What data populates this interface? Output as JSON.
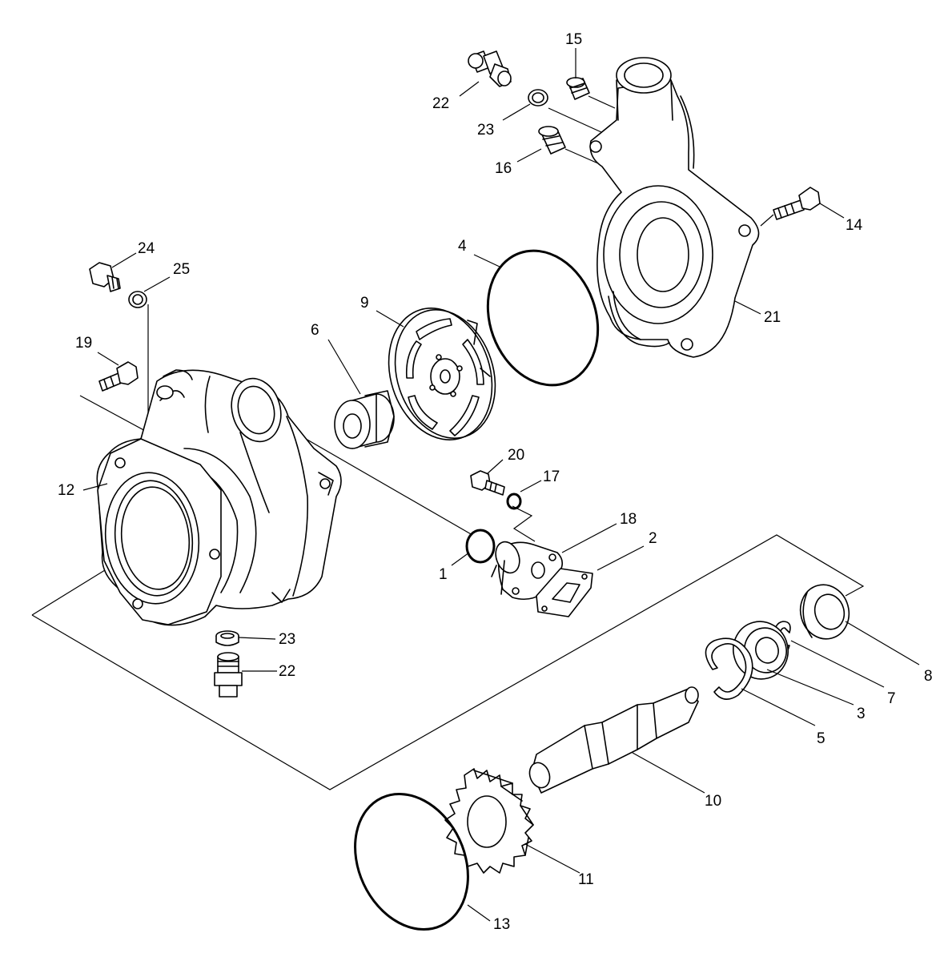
{
  "diagram": {
    "callouts": [
      {
        "id": "p1",
        "label": "1"
      },
      {
        "id": "p2",
        "label": "2"
      },
      {
        "id": "p3",
        "label": "3"
      },
      {
        "id": "p4",
        "label": "4"
      },
      {
        "id": "p5",
        "label": "5"
      },
      {
        "id": "p6",
        "label": "6"
      },
      {
        "id": "p7",
        "label": "7"
      },
      {
        "id": "p8",
        "label": "8"
      },
      {
        "id": "p9",
        "label": "9"
      },
      {
        "id": "p10",
        "label": "10"
      },
      {
        "id": "p11",
        "label": "11"
      },
      {
        "id": "p12",
        "label": "12"
      },
      {
        "id": "p13",
        "label": "13"
      },
      {
        "id": "p14",
        "label": "14"
      },
      {
        "id": "p15",
        "label": "15"
      },
      {
        "id": "p16",
        "label": "16"
      },
      {
        "id": "p17",
        "label": "17"
      },
      {
        "id": "p18",
        "label": "18"
      },
      {
        "id": "p19",
        "label": "19"
      },
      {
        "id": "p20",
        "label": "20"
      },
      {
        "id": "p21",
        "label": "21"
      },
      {
        "id": "p22a",
        "label": "22"
      },
      {
        "id": "p22b",
        "label": "22"
      },
      {
        "id": "p23a",
        "label": "23"
      },
      {
        "id": "p23b",
        "label": "23"
      },
      {
        "id": "p24",
        "label": "24"
      },
      {
        "id": "p25",
        "label": "25"
      }
    ]
  }
}
